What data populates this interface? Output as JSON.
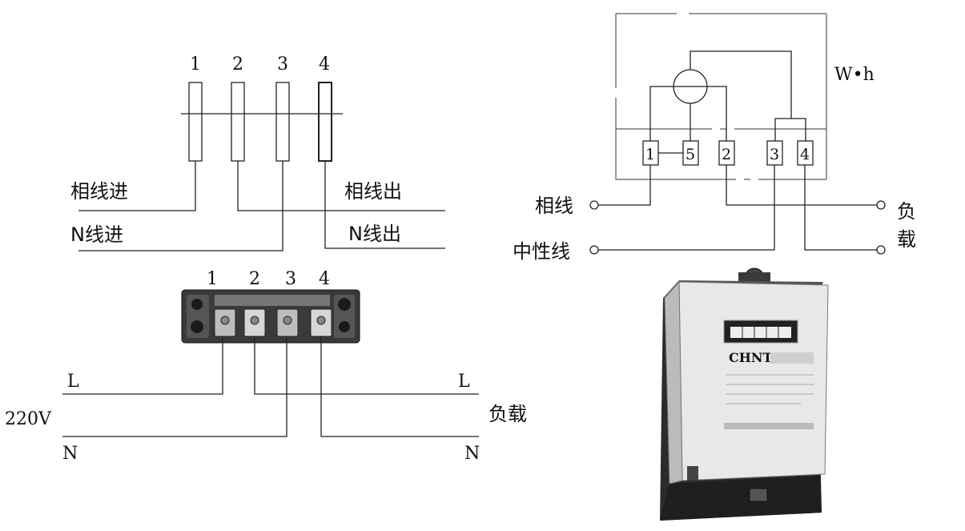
{
  "diagram1": {
    "terminal_numbers": [
      "1",
      "2",
      "3",
      "4"
    ],
    "labels": {
      "phase_in": "相线进",
      "neutral_in": "N线进",
      "phase_out": "相线出",
      "neutral_out": "N线出"
    }
  },
  "diagram2": {
    "unit_label": "W•h",
    "terminals": [
      "1",
      "5",
      "2",
      "3",
      "4"
    ],
    "labels": {
      "phase": "相线",
      "neutral": "中性线",
      "load_top": "负",
      "load_bottom": "载"
    }
  },
  "diagram3": {
    "terminal_numbers": [
      "1",
      "2",
      "3",
      "4"
    ],
    "labels": {
      "l_left": "L",
      "n_left": "N",
      "voltage": "220V",
      "l_right": "L",
      "n_right": "N",
      "load": "负载"
    }
  },
  "meter_photo": {
    "brand": "CHNT"
  },
  "colors": {
    "ink": "#222222",
    "terminal_block": "#3a3a3a",
    "meter_body": "#2b2b2b",
    "meter_cover": "#e8e8e8"
  }
}
